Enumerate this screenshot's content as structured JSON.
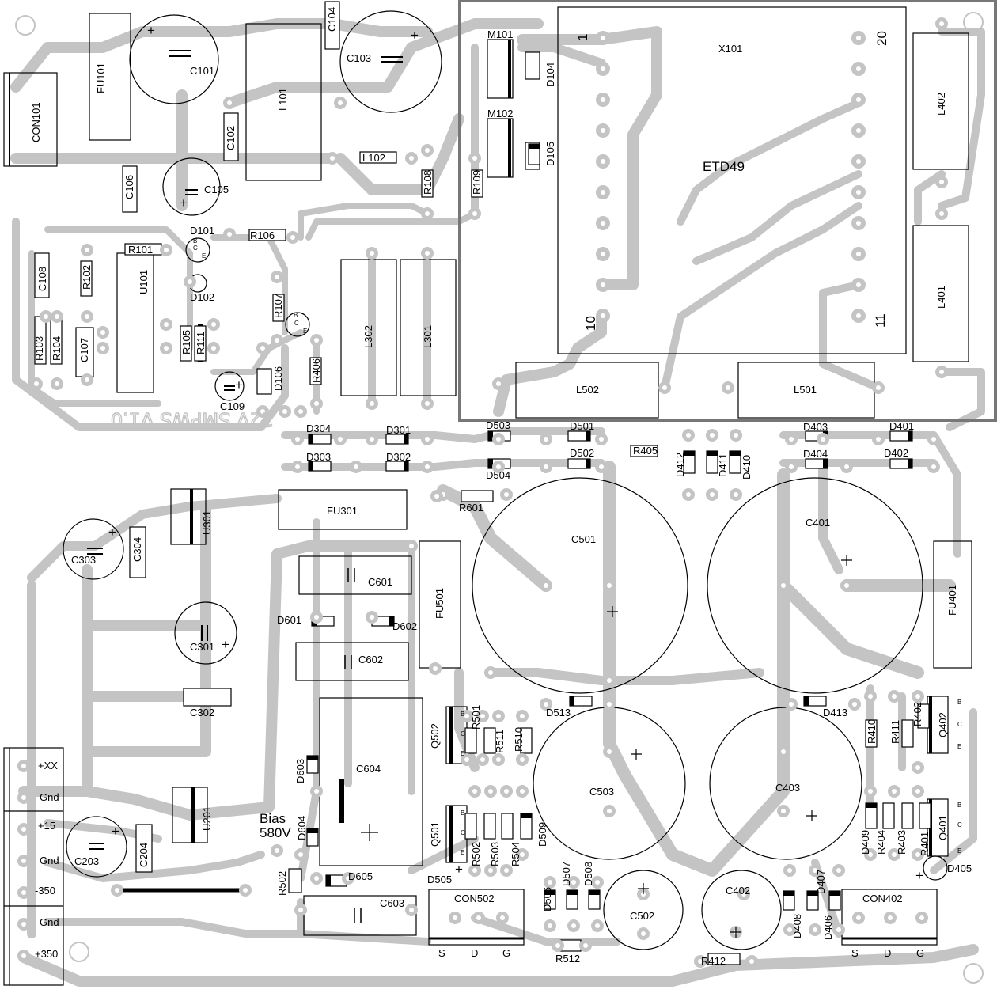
{
  "board": {
    "silkscreen_title": "12V SMPWS V1.0",
    "module_label": "ETD49",
    "module_ref": "X101",
    "module_pins": [
      "1",
      "20",
      "10",
      "11"
    ],
    "bias_label": "Bias",
    "bias_voltage": "580V"
  },
  "components": {
    "fuses": [
      "FU101",
      "FU301",
      "FU501",
      "FU401"
    ],
    "capacitors": [
      "C101",
      "C102",
      "C103",
      "C104",
      "C105",
      "C106",
      "C107",
      "C108",
      "C109",
      "C203",
      "C204",
      "C301",
      "C302",
      "C303",
      "C304",
      "C401",
      "C402",
      "C403",
      "C501",
      "C502",
      "C503",
      "C601",
      "C602",
      "C603",
      "C604"
    ],
    "inductors": [
      "L101",
      "L102",
      "L301",
      "L302",
      "L401",
      "L402",
      "L501",
      "L502"
    ],
    "resistors": [
      "R101",
      "R102",
      "R103",
      "R104",
      "R105",
      "R106",
      "R107",
      "R108",
      "R109",
      "R111",
      "R401",
      "R402",
      "R403",
      "R404",
      "R405",
      "R406",
      "R410",
      "R411",
      "R412",
      "R501",
      "R502",
      "R503",
      "R504",
      "R510",
      "R511",
      "R512",
      "R601"
    ],
    "diodes": [
      "D101",
      "D102",
      "D104",
      "D105",
      "D106",
      "D301",
      "D302",
      "D303",
      "D304",
      "D401",
      "D402",
      "D403",
      "D404",
      "D405",
      "D406",
      "D407",
      "D408",
      "D409",
      "D410",
      "D411",
      "D412",
      "D413",
      "D501",
      "D502",
      "D503",
      "D504",
      "D505",
      "D506",
      "D507",
      "D508",
      "D509",
      "D513",
      "D601",
      "D602",
      "D603",
      "D604",
      "D605"
    ],
    "ics": [
      "U101",
      "U201",
      "U301"
    ],
    "transistors": [
      "Q401",
      "Q402",
      "Q501",
      "Q502"
    ],
    "connectors": [
      "CON101",
      "CON402",
      "CON502",
      "M101",
      "M102"
    ],
    "pin_letters": [
      "B",
      "C",
      "E"
    ]
  },
  "terminal": [
    "+XX",
    "Gnd",
    "+15",
    "Gnd",
    "-350",
    "Gnd",
    "+350"
  ],
  "con_pins": [
    "S",
    "D",
    "G"
  ],
  "polarity": "+"
}
